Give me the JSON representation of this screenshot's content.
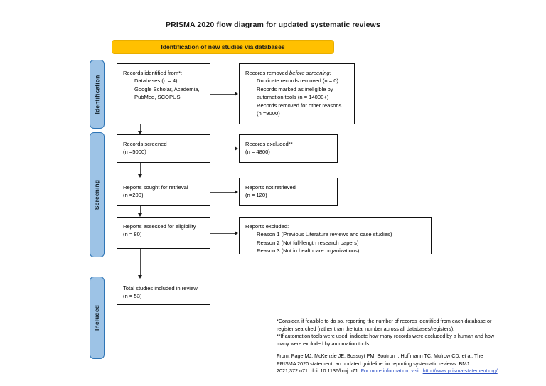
{
  "title": "PRISMA 2020 flow diagram for updated systematic reviews",
  "banner": {
    "label": "Identification of new studies via databases",
    "color": "#FFC000"
  },
  "stages": {
    "color": "#9DC3E6",
    "border_color": "#2E75B6",
    "identification": "Identification",
    "screening": "Screening",
    "included": "Included"
  },
  "boxes": {
    "identified": {
      "lines": [
        "Records identified from*:",
        "Databases (n = 4)",
        "Google Scholar, Academia,",
        "PubMed, SCOPUS"
      ]
    },
    "removed": {
      "head_plain": "Records removed ",
      "head_italic": "before screening:",
      "lines": [
        "Duplicate records removed (n = 0)",
        "Records marked as ineligible by",
        "automation tools (n = 14000+)",
        "Records removed for other reasons",
        "(n =9000)"
      ]
    },
    "screened": {
      "lines": [
        "Records screened",
        "(n =5000)"
      ]
    },
    "excluded": {
      "lines": [
        "Records excluded**",
        "(n = 4800)"
      ]
    },
    "sought": {
      "lines": [
        "Reports sought for retrieval",
        "(n =200)"
      ]
    },
    "not_retrieved": {
      "lines": [
        "Reports not retrieved",
        "(n = 120)"
      ]
    },
    "assessed": {
      "lines": [
        "Reports assessed for eligibility",
        "(n = 80)"
      ]
    },
    "reports_excluded": {
      "head": "Reports excluded:",
      "lines": [
        "Reason 1 (Previous Literature reviews and case studies)",
        "Reason 2 (Not full-length research papers)",
        "Reason 3 (Not in healthcare organizations)"
      ]
    },
    "total_included": {
      "lines": [
        "Total studies included in review",
        "(n = 53)"
      ]
    }
  },
  "footnotes": {
    "line1": "*Consider, if feasible to do so, reporting the number of records identified from each database or",
    "line2": "register searched (rather than the total number across all databases/registers).",
    "line3": "**If automation tools were used, indicate how many records were excluded by a human and how",
    "line4": "many were excluded by automation tools."
  },
  "citation": {
    "line1": "From:  Page MJ, McKenzie JE, Bossuyt PM, Boutron I, Hoffmann TC, Mulrow CD, et al. The",
    "line2": "PRISMA 2020 statement: an updated guideline for reporting systematic reviews. BMJ",
    "line3_plain": "2021;372:n71. doi: 10.1136/bmj.n71. ",
    "line3_blue": "For more information, visit: ",
    "line3_link": "http://www.prisma-statement.org/"
  }
}
